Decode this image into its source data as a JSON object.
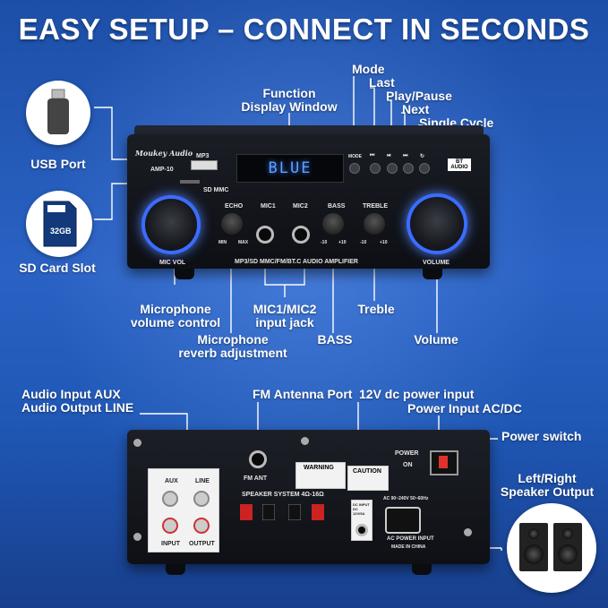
{
  "headline": "EASY SETUP – CONNECT IN SECONDS",
  "callouts": {
    "usb_port": "USB Port",
    "sd_card_slot": "SD Card Slot",
    "function_display": [
      "Function",
      "Display Window"
    ],
    "mode": "Mode",
    "last": "Last",
    "play_pause": "Play/Pause",
    "next": "Next",
    "single_cycle": "Single Cycle",
    "mic_volume": [
      "Microphone",
      "volume control"
    ],
    "mic_reverb": [
      "Microphone",
      "reverb adjustment"
    ],
    "mic_jack": [
      "MIC1/MIC2",
      "input jack"
    ],
    "bass": "BASS",
    "treble": "Treble",
    "volume": "Volume",
    "audio_io": [
      "Audio Input AUX",
      "Audio Output LINE"
    ],
    "fm_antenna": "FM Antenna Port",
    "dc_power": "12V dc power input",
    "ac_power": "Power Input AC/DC",
    "power_switch": "Power switch",
    "speaker_output": [
      "Left/Right",
      "Speaker Output"
    ]
  },
  "device_front": {
    "brand": "Moukey Audio",
    "model": "AMP-10",
    "usb_label": "MP3",
    "sd_label": "SD MMC",
    "display_text": "BLUE",
    "buttons": [
      "MODE",
      "⏮",
      "⏯",
      "⏭",
      "↻"
    ],
    "bt_badge": "BT AUDIO",
    "echo": "ECHO",
    "echo_min": "MIN",
    "echo_max": "MAX",
    "mic1": "MIC1",
    "mic2": "MIC2",
    "bass": "BASS",
    "treble": "TREBLE",
    "range_min": "-10",
    "range_max": "+10",
    "mic_vol": "MIC VOL",
    "volume": "VOLUME",
    "strip": "MP3/SD MMC/FM/BT.C AUDIO AMPLIFIER"
  },
  "device_back": {
    "aux": "AUX",
    "line": "LINE",
    "input": "INPUT",
    "output": "OUTPUT",
    "fm_ant": "FM ANT",
    "warning": "WARNING",
    "caution": "CAUTION",
    "speaker_system": "SPEAKER SYSTEM 4Ω-16Ω",
    "dc_input": "DC INPUT DC 12V/5A",
    "ac_rating": "AC 90~240V 50~60Hz",
    "ac_power_input": "AC POWER INPUT",
    "made_in": "MADE IN CHINA",
    "power": "POWER",
    "on": "ON"
  },
  "sd_card_text": "32GB",
  "colors": {
    "accent_glow": "#3b6cff",
    "display_blue": "#5fa0ff",
    "callout_line": "#ffffff"
  }
}
